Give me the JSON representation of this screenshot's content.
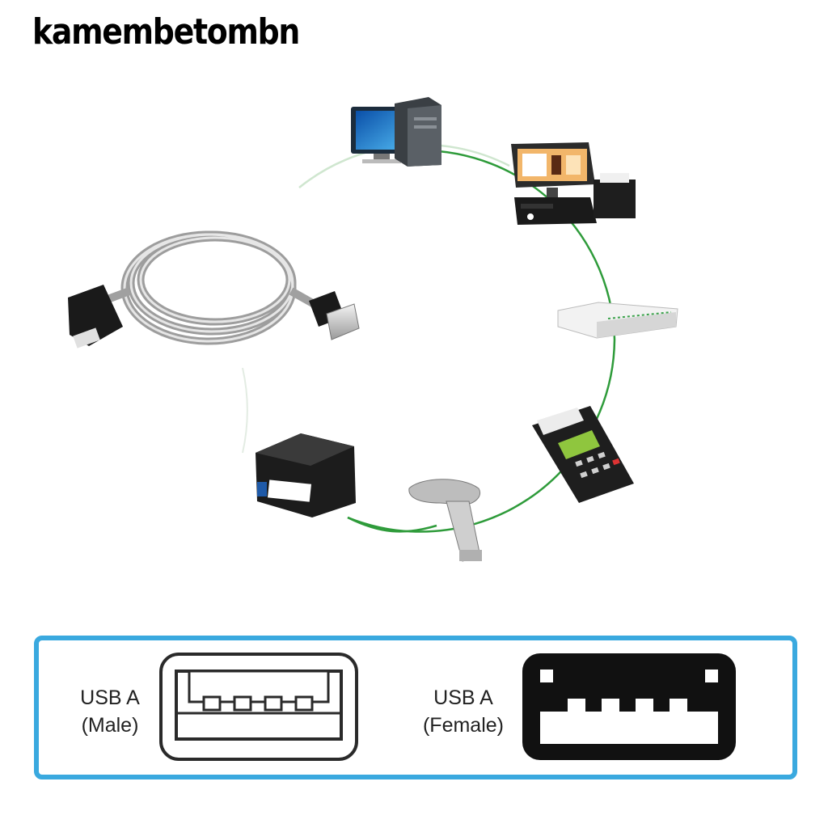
{
  "brand": {
    "text": "kamembetombn"
  },
  "illustration": {
    "devices": [
      "desktop-computer",
      "pos-terminal",
      "network-router",
      "payment-terminal",
      "barcode-scanner",
      "label-printer"
    ],
    "cable": "usb-extension-cable",
    "ring_color": "#2e9b3a"
  },
  "connectors": {
    "male": {
      "line1": "USB A",
      "line2": "(Male)"
    },
    "female": {
      "line1": "USB A",
      "line2": "(Female)"
    },
    "border_color": "#3aa9df"
  }
}
